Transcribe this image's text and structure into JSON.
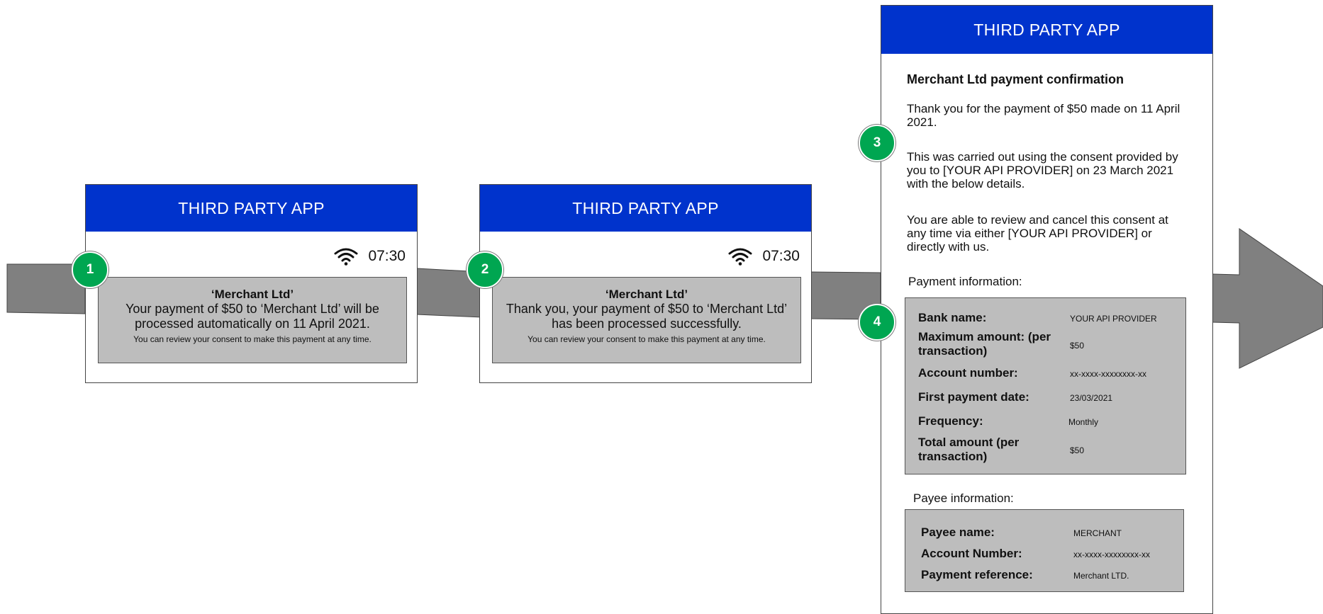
{
  "app_title": "THIRD PARTY APP",
  "time": "07:30",
  "steps": [
    "1",
    "2",
    "3",
    "4"
  ],
  "screen1": {
    "title": "‘Merchant Ltd’",
    "body": "Your payment of $50 to ‘Merchant Ltd’ will be processed automatically on 11 April 2021.",
    "small": "You can review your consent to make this payment at any time."
  },
  "screen2": {
    "title": "‘Merchant Ltd’",
    "body": "Thank you, your payment of $50 to ‘Merchant Ltd’ has been processed successfully.",
    "small": "You can review your consent to make this payment at any time."
  },
  "screen3": {
    "heading": "Merchant Ltd payment confirmation",
    "para1": "Thank you for the payment of $50 made on 11 April 2021.",
    "para2": "This was carried out using the consent provided by you to [YOUR API PROVIDER] on 23 March 2021 with the below details.",
    "para3": "You are able to review and cancel this consent at any time via either [YOUR API PROVIDER] or directly with us.",
    "payment_info_label": "Payment information:",
    "payment_info": [
      {
        "label": "Bank name:",
        "value": "YOUR API PROVIDER"
      },
      {
        "label": "Maximum amount: (per transaction)",
        "value": "$50"
      },
      {
        "label": "Account number:",
        "value": "xx-xxxx-xxxxxxxx-xx"
      },
      {
        "label": "First payment date:",
        "value": "23/03/2021"
      },
      {
        "label": "Frequency:",
        "value": "Monthly"
      },
      {
        "label": "Total amount (per transaction)",
        "value": "$50"
      }
    ],
    "payee_info_label": "Payee information:",
    "payee_info": [
      {
        "label": "Payee name:",
        "value": "MERCHANT"
      },
      {
        "label": "Account Number:",
        "value": "xx-xxxx-xxxxxxxx-xx"
      },
      {
        "label": "Payment reference:",
        "value": "Merchant LTD."
      }
    ]
  },
  "colors": {
    "header_blue": "#0033cc",
    "badge_green": "#00a651",
    "panel_grey": "#bdbdbd",
    "connector_grey": "#808080"
  }
}
